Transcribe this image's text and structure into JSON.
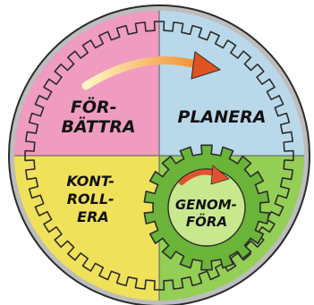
{
  "diagram": {
    "quadrants": [
      {
        "id": "forbattra",
        "lines": [
          "FÖR-",
          "BÄTTRA"
        ],
        "color": "#ef9cc0"
      },
      {
        "id": "planera",
        "lines": [
          "PLANERA"
        ],
        "color": "#b9d9ea"
      },
      {
        "id": "kontrollera",
        "lines": [
          "KONT-",
          "ROLL-",
          "ERA"
        ],
        "color": "#f0e15a"
      },
      {
        "id": "genomfora",
        "lines": [
          "GENOM-",
          "FÖRA"
        ],
        "color": "#94cf55"
      }
    ],
    "colors": {
      "outline": "#2b2b2b",
      "rim": "#bdbdbd",
      "arrow_top": "#f1a43b",
      "arrow_small": "#e2522e",
      "small_gear": "#6bb43a",
      "small_gear_inner": "#c9e88e"
    }
  }
}
